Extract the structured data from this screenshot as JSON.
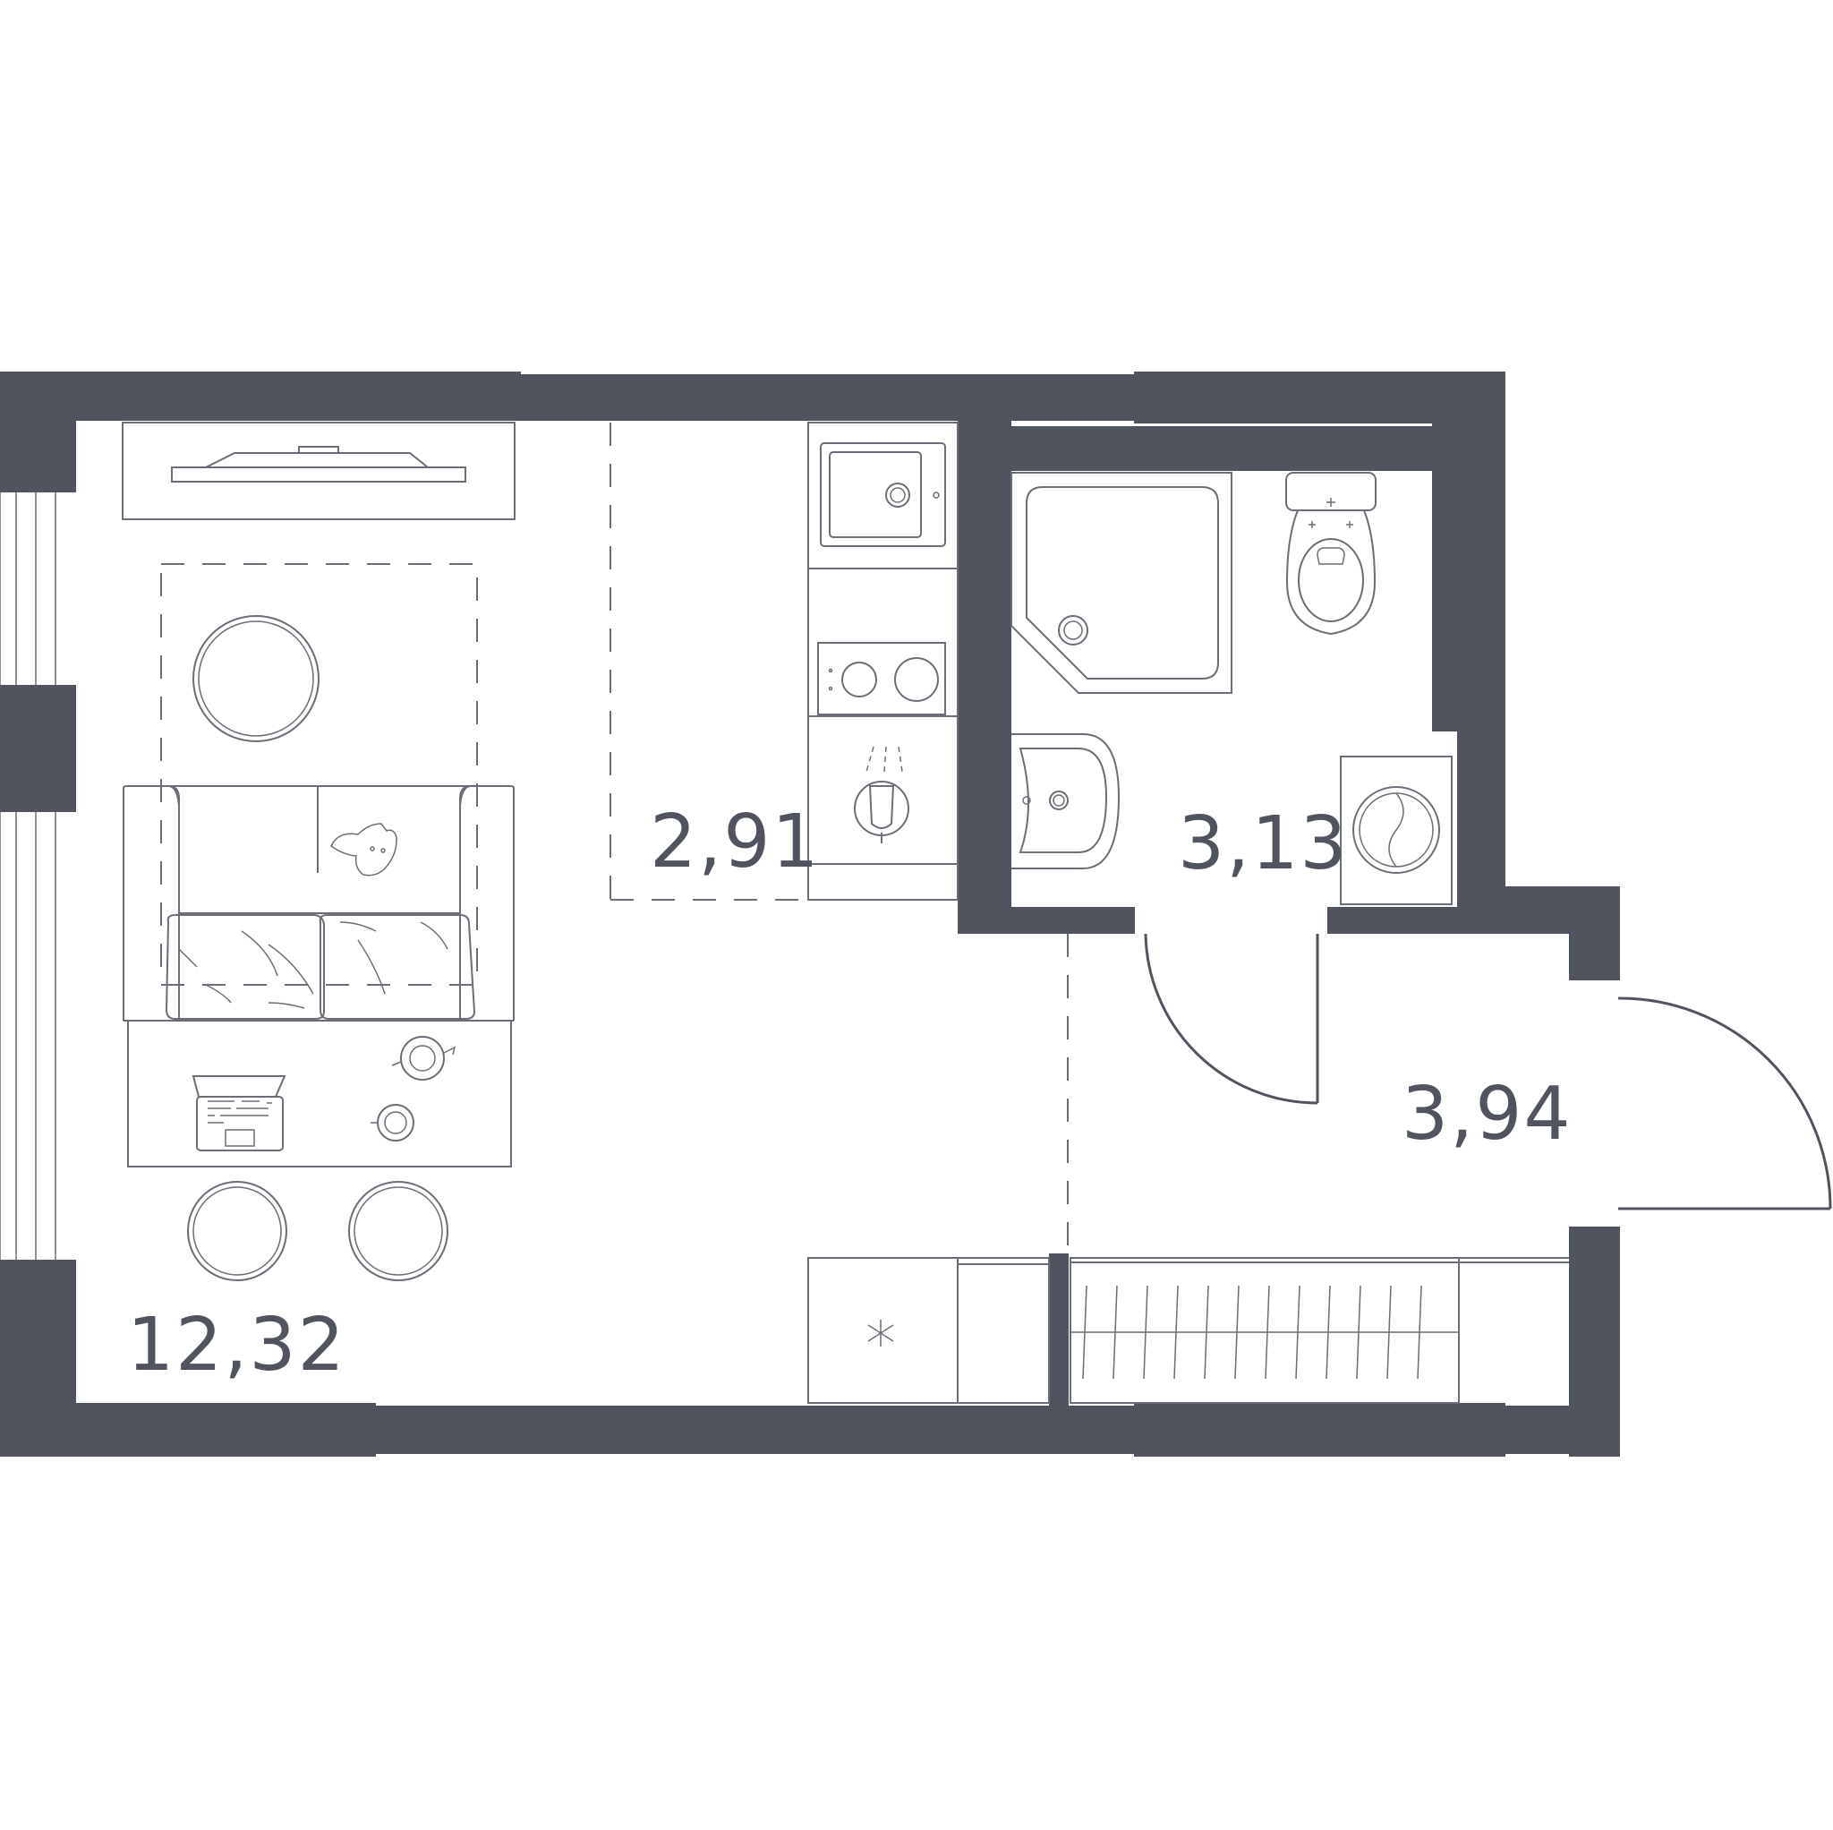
{
  "floor_plan": {
    "colors": {
      "wall": "#50545f",
      "line": "#6b6e76",
      "background": "#ffffff"
    },
    "rooms": [
      {
        "id": "living-room",
        "area": "12,32"
      },
      {
        "id": "kitchen",
        "area": "2,91"
      },
      {
        "id": "bathroom",
        "area": "3,13"
      },
      {
        "id": "hallway",
        "area": "3,94"
      }
    ],
    "fixtures": [
      "tv-console",
      "round-pouf",
      "sofa",
      "cushions",
      "cat-icon",
      "table",
      "laptop-icon",
      "teapot-icon",
      "cup-icon",
      "stool",
      "sink",
      "cooktop",
      "tap-icon",
      "shower-tray",
      "toilet",
      "washbasin",
      "washing-machine",
      "wardrobe",
      "cabinet"
    ]
  }
}
